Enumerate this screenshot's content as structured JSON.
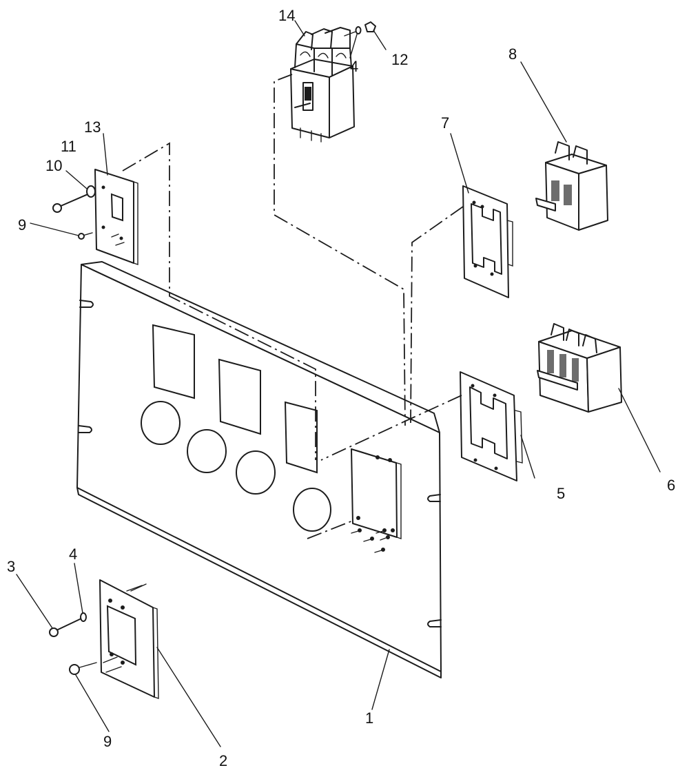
{
  "diagram": {
    "colors": {
      "ink": "#1c1c1c",
      "paper": "#ffffff"
    },
    "callouts": [
      {
        "id": "c1",
        "text": "1",
        "part": "panel"
      },
      {
        "id": "c2",
        "text": "2",
        "part": "plate-lower-left"
      },
      {
        "id": "c3",
        "text": "3",
        "part": "screw"
      },
      {
        "id": "c4a",
        "text": "4",
        "part": "washer"
      },
      {
        "id": "c4b",
        "text": "4",
        "part": "washer"
      },
      {
        "id": "c5",
        "text": "5",
        "part": "mounting-bracket"
      },
      {
        "id": "c6",
        "text": "6",
        "part": "circuit-breaker-3pole"
      },
      {
        "id": "c7",
        "text": "7",
        "part": "mounting-bracket"
      },
      {
        "id": "c8",
        "text": "8",
        "part": "circuit-breaker-2pole"
      },
      {
        "id": "c9a",
        "text": "9",
        "part": "nut"
      },
      {
        "id": "c9b",
        "text": "9",
        "part": "nut"
      },
      {
        "id": "c10",
        "text": "10",
        "part": "screw"
      },
      {
        "id": "c11",
        "text": "11",
        "part": "washer"
      },
      {
        "id": "c12",
        "text": "12",
        "part": "nut"
      },
      {
        "id": "c13",
        "text": "13",
        "part": "plate-upper-left"
      },
      {
        "id": "c14",
        "text": "14",
        "part": "circuit-breaker-top"
      }
    ]
  }
}
